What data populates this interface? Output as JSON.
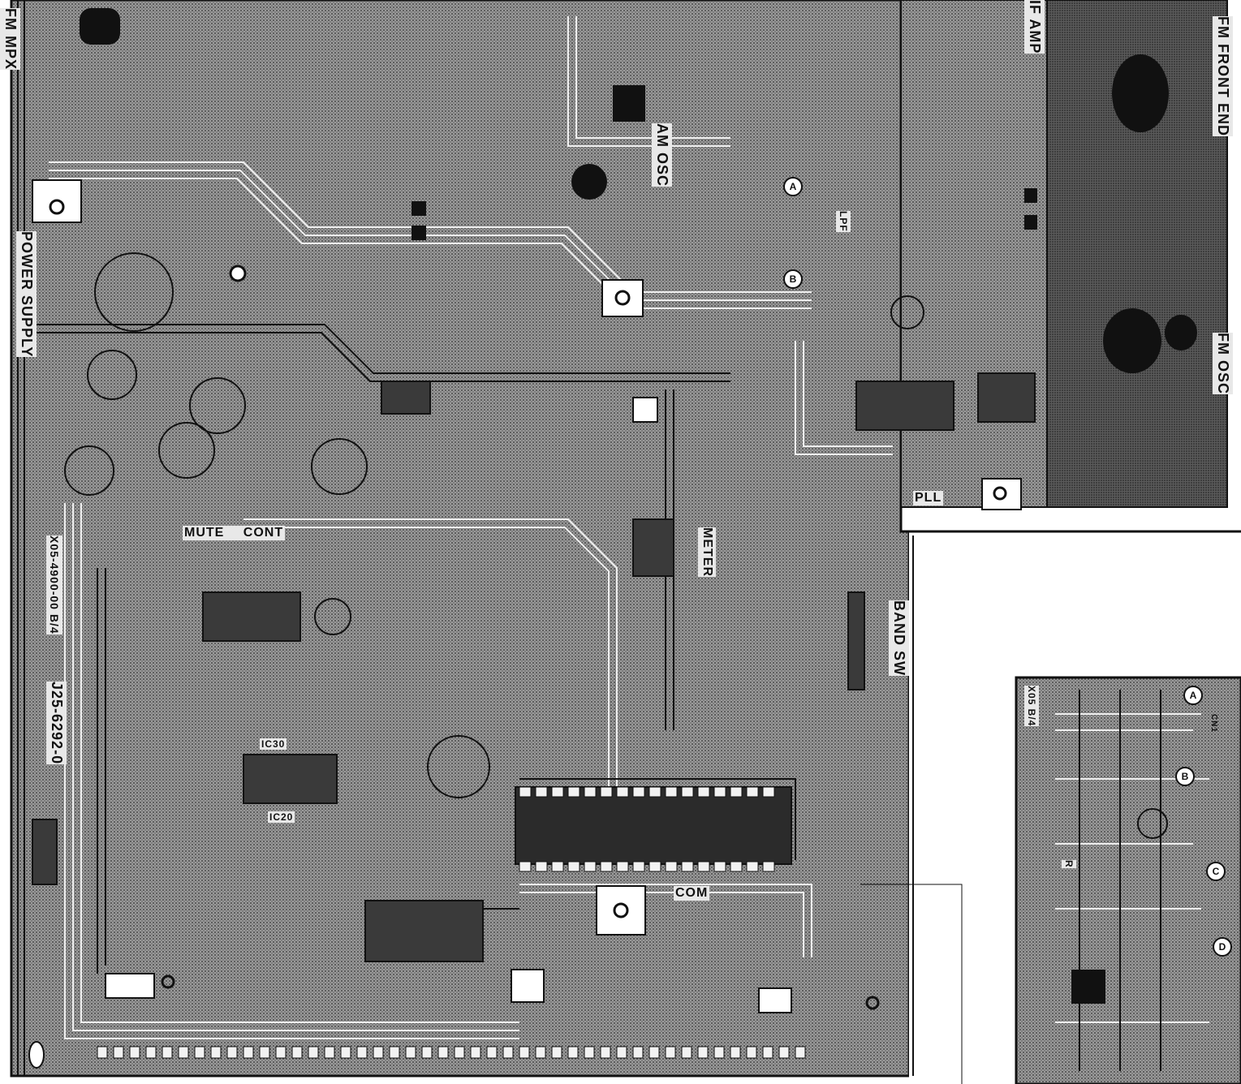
{
  "section_labels": {
    "fm_mpx": "FM MPX",
    "power_supply": "POWER SUPPLY",
    "mute_cont": "MUTE CONT",
    "am_osc": "AM OSC",
    "if_amp": "IF AMP",
    "fm_front_end": "FM FRONT END",
    "fm_osc": "FM OSC",
    "pll": "PLL",
    "meter": "METER",
    "band_sw": "BAND SW",
    "com": "COM",
    "lpf": "LPF"
  },
  "board_codes": {
    "main": "X05-4900-00 B/4",
    "part_number": "J25-6292-0",
    "sub": "X05 B/4"
  },
  "sub_board_labels": {
    "cn": "CN1",
    "r": "R"
  },
  "ic_labels": {
    "ic30": "IC30",
    "ic20": "IC20"
  },
  "connection_markers": {
    "a": "A",
    "b": "B",
    "c": "C",
    "d": "D"
  },
  "colors": {
    "copper_dark": "#1a1a1a",
    "board_halftone": "#8a8a8a",
    "paper": "#ffffff"
  }
}
